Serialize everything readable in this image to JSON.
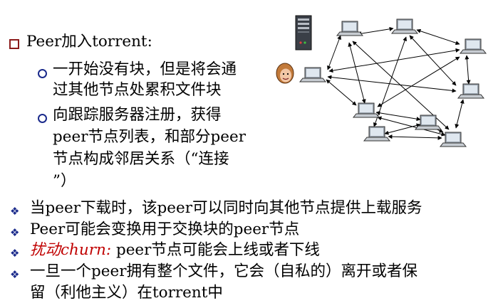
{
  "slide": {
    "heading": "Peer加入torrent:",
    "sub1_line1": "一开始没有块，但是将会通",
    "sub1_line2": "过其他节点处累积文件块",
    "sub2_line1": "向跟踪服务器注册，获得",
    "sub2_line2": "peer节点列表，和部分peer",
    "sub2_line3": "节点构成邻居关系（“连接",
    "sub2_line4": "”）",
    "bullet1": "当peer下载时，该peer可以同时向其他节点提供上载服务",
    "bullet2": "Peer可能会变换用于交换块的peer节点",
    "bullet3_term": "扰动churn:",
    "bullet3_rest": " peer节点可能会上线或者下线",
    "bullet4_line1": "一旦一个peer拥有整个文件，它会（自私的）离开或者保",
    "bullet4_line2": "留（利他主义）在torrent中"
  },
  "colors": {
    "square_bullet": "#8b1a1a",
    "sub_bullet": "#1a2a8b",
    "churn_text": "#c00000"
  },
  "icons": {
    "square": "hollow-square-bullet",
    "circle": "circle-bullet",
    "diamond": "diamond-bullet",
    "server": "server-tower-icon",
    "user": "user-face-icon",
    "peer": "laptop-computer-icon"
  }
}
